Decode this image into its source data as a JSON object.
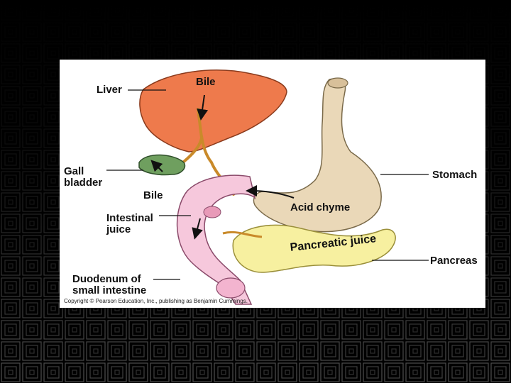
{
  "diagram": {
    "labels": {
      "liver": "Liver",
      "bile_top": "Bile",
      "gall_bladder": "Gall\nbladder",
      "bile_lower": "Bile",
      "intestinal_juice": "Intestinal\njuice",
      "duodenum": "Duodenum of\nsmall intestine",
      "stomach": "Stomach",
      "acid_chyme": "Acid chyme",
      "pancreatic_juice": "Pancreatic juice",
      "pancreas": "Pancreas"
    },
    "copyright": "Copyright © Pearson Education, Inc., publishing as Benjamin Cummings."
  },
  "colors": {
    "background": "#000000",
    "floor_lines": "#6a6a6a",
    "panel": "#ffffff",
    "liver": "#ee7a4c",
    "stomach": "#ead8b8",
    "pancreas": "#f7f0a0",
    "duodenum": "#f6c8dc",
    "gall_bladder": "#6f9f5f",
    "bile_duct": "#c98a2a"
  }
}
